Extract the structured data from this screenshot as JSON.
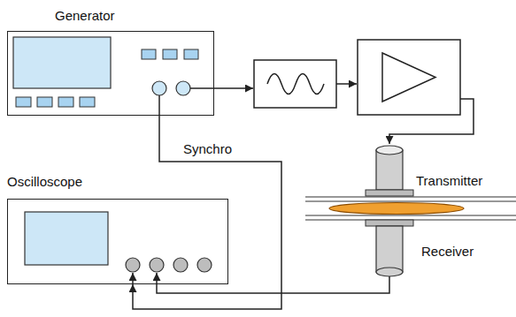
{
  "diagram": {
    "nodes": [
      {
        "text": [
          "Generator"
        ]
      },
      {
        "text": [
          "Oscilloscope"
        ]
      }
    ],
    "edges": [
      {
        "from": 0,
        "to": 1,
        "arrow": "to",
        "label": "Synchro"
      }
    ],
    "labels": [
      "Transmitter",
      "Receiver"
    ]
  }
}
